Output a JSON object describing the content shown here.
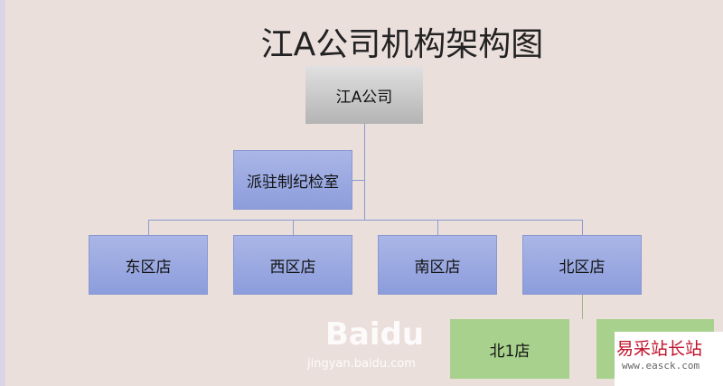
{
  "title": "江A公司机构架构图",
  "nodes": {
    "root": "江A公司",
    "assistant": "派驻制纪检室",
    "branches": [
      "东区店",
      "西区店",
      "南区店",
      "北区店"
    ],
    "sub": [
      "北1店",
      ""
    ]
  },
  "watermarks": {
    "baidu": "Baidu",
    "baidu_sub": "jingyan.baidu.com",
    "easck": "易采站长站",
    "easck_url": "www.easck.com"
  }
}
